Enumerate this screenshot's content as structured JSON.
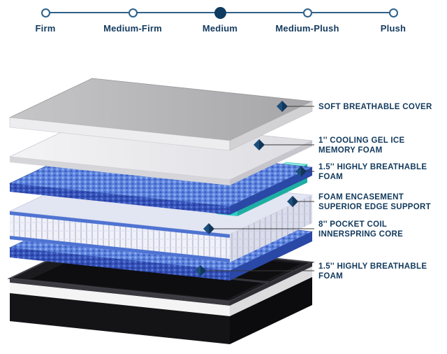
{
  "selector": {
    "options": [
      {
        "label": "Firm",
        "selected": false
      },
      {
        "label": "Medium-Firm",
        "selected": false
      },
      {
        "label": "Medium",
        "selected": true
      },
      {
        "label": "Medium-Plush",
        "selected": false
      },
      {
        "label": "Plush",
        "selected": false
      }
    ]
  },
  "diagram": {
    "callouts": [
      {
        "layer": "soft-breathable-cover",
        "line1": "SOFT BREATHABLE COVER",
        "line2": ""
      },
      {
        "layer": "cooling-gel-ice-memory-foam",
        "line1": "1'' COOLING GEL ICE",
        "line2": "MEMORY FOAM"
      },
      {
        "layer": "highly-breathable-foam-top",
        "line1": "1.5'' HIGHLY BREATHABLE",
        "line2": "FOAM"
      },
      {
        "layer": "foam-encasement",
        "line1": "FOAM ENCASEMENT",
        "line2": "SUPERIOR EDGE SUPPORT"
      },
      {
        "layer": "pocket-coil-innerspring-core",
        "line1": "8'' POCKET COIL",
        "line2": "INNERSPRING CORE"
      },
      {
        "layer": "highly-breathable-foam-bottom",
        "line1": "1.5'' HIGHLY BREATHABLE",
        "line2": "FOAM"
      }
    ],
    "colors": {
      "accent_navy": "#12395c",
      "selected_dot": "#0f3c60",
      "track": "#2e6189",
      "blue_foam": "#5d83de",
      "teal_encasement": "#30cfc2",
      "cover_gray": "#b4b4b6",
      "base_black": "#141417"
    }
  }
}
